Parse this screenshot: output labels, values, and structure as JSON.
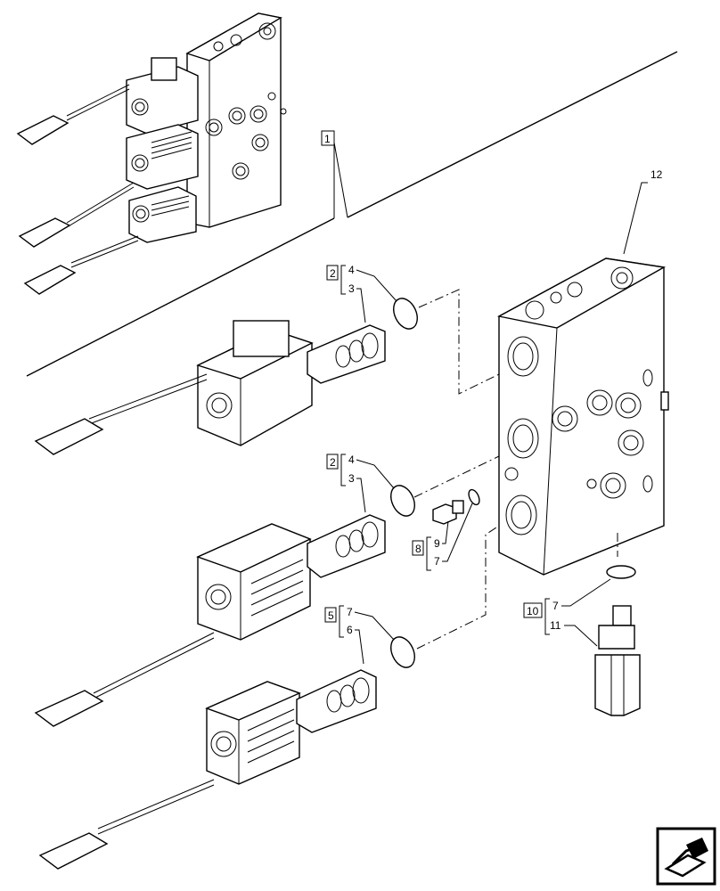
{
  "callouts": {
    "c1": "1",
    "c12": "12",
    "g1": {
      "box": "2",
      "top": "4",
      "bottom": "3"
    },
    "g2": {
      "box": "2",
      "top": "4",
      "bottom": "3"
    },
    "g3": {
      "box": "8",
      "top": "9",
      "bottom": "7"
    },
    "g4": {
      "box": "5",
      "top": "7",
      "bottom": "6"
    },
    "g5": {
      "box": "10",
      "top": "7",
      "bottom": "11"
    }
  },
  "icons": {
    "nav": "next-page-arrow-icon"
  }
}
